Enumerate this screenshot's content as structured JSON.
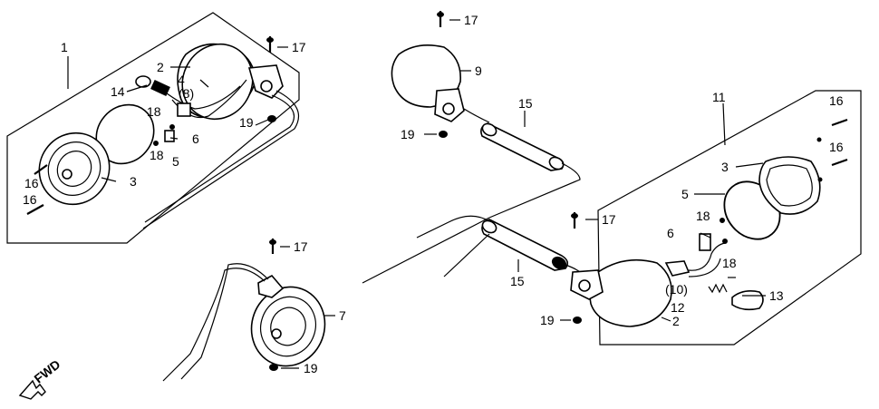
{
  "diagram": {
    "callouts": {
      "c1": "1",
      "c2a": "2",
      "c2b": "2",
      "c3a": "3",
      "c3b": "3",
      "c4": "4",
      "c5a": "5",
      "c5b": "5",
      "c6a": "6",
      "c6b": "6",
      "c7": "7",
      "c8": "(8)",
      "c9": "9",
      "c10": "(10)",
      "c11": "11",
      "c12": "12",
      "c13": "13",
      "c14": "14",
      "c15a": "15",
      "c15b": "15",
      "c16a": "16",
      "c16b": "16",
      "c16c": "16",
      "c16d": "16",
      "c17a": "17",
      "c17b": "17",
      "c17c": "17",
      "c17d": "17",
      "c18a": "18",
      "c18b": "18",
      "c18c": "18",
      "c18d": "18",
      "c19a": "19",
      "c19b": "19",
      "c19c": "19",
      "c19d": "19"
    },
    "fwd_label": "FWD",
    "fwd_icon": "arrow-down-left-icon"
  }
}
